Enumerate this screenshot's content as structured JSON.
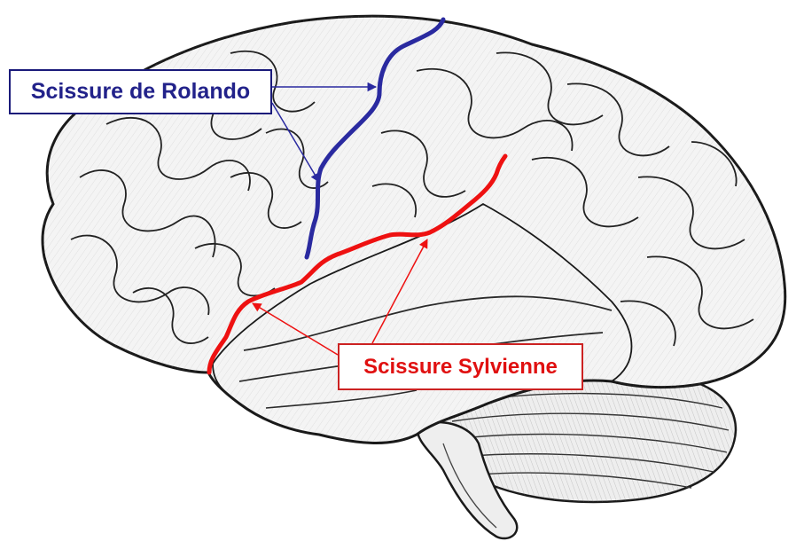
{
  "colors": {
    "rolando": "#2a2aa0",
    "sylvienne": "#ee1111",
    "rolando_text": "#22228a",
    "sylvienne_text": "#e01010",
    "outline": "#1a1a1a",
    "brain_fill": "#f2f2f2"
  },
  "labels": {
    "rolando": "Scissure de Rolando",
    "sylvienne": "Scissure Sylvienne"
  },
  "structures": [
    "cerebrum",
    "frontal-lobe",
    "parietal-lobe",
    "occipital-lobe",
    "temporal-lobe",
    "cerebellum",
    "brainstem"
  ],
  "icons": [
    "arrow-head"
  ]
}
